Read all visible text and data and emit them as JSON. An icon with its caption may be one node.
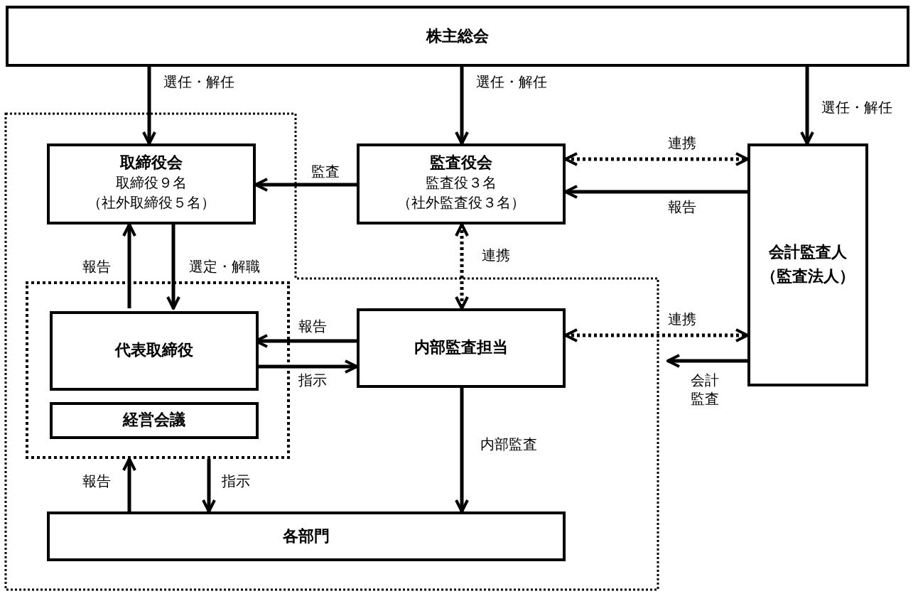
{
  "diagram": {
    "nodes": [
      {
        "text": [
          "株主総会"
        ]
      },
      {
        "text": [
          "取締役会",
          "取締役９名",
          "（社外取締役５名）"
        ]
      },
      {
        "text": [
          "監査役会",
          "監査役３名",
          "（社外監査役３名）"
        ]
      },
      {
        "text": [
          "会計監査人（監査法人）"
        ]
      },
      {
        "text": [],
        "shape": "box"
      },
      {
        "text": [
          "代表取締役"
        ],
        "in": 4
      },
      {
        "text": [
          "経営会議"
        ],
        "in": 4
      },
      {
        "text": [
          "内部監査担当"
        ]
      },
      {
        "text": [
          "各部門"
        ]
      }
    ],
    "edges": [
      {
        "from": 0,
        "to": 1,
        "arrow": "to",
        "label": "選任・解任"
      },
      {
        "from": 0,
        "to": 2,
        "arrow": "to",
        "label": "選任・解任"
      },
      {
        "from": 0,
        "to": 3,
        "arrow": "to",
        "label": "選任・解任"
      },
      {
        "from": 2,
        "to": 1,
        "arrow": "to",
        "label": "監査"
      },
      {
        "from": 2,
        "to": 3,
        "arrow": "both",
        "label": "連携",
        "style": "dashed"
      },
      {
        "from": 3,
        "to": 2,
        "arrow": "to",
        "label": "報告"
      },
      {
        "from": 5,
        "to": 1,
        "arrow": "to",
        "label": "報告"
      },
      {
        "from": 1,
        "to": 5,
        "arrow": "to",
        "label": "選定・解職"
      },
      {
        "from": 2,
        "to": 7,
        "arrow": "both",
        "label": "連携",
        "style": "dashed"
      },
      {
        "from": 7,
        "to": 5,
        "arrow": "to",
        "label": "報告"
      },
      {
        "from": 5,
        "to": 7,
        "arrow": "to",
        "label": "指示"
      },
      {
        "from": 7,
        "to": 3,
        "arrow": "both",
        "label": "連携",
        "style": "dashed"
      },
      {
        "from": 3,
        "to": null,
        "arrow": "to",
        "label": "会計監査"
      },
      {
        "from": 8,
        "to": 4,
        "arrow": "to",
        "label": "報告"
      },
      {
        "from": 4,
        "to": 8,
        "arrow": "to",
        "label": "指示"
      },
      {
        "from": 7,
        "to": 8,
        "arrow": "to",
        "label": "内部監査"
      }
    ]
  }
}
